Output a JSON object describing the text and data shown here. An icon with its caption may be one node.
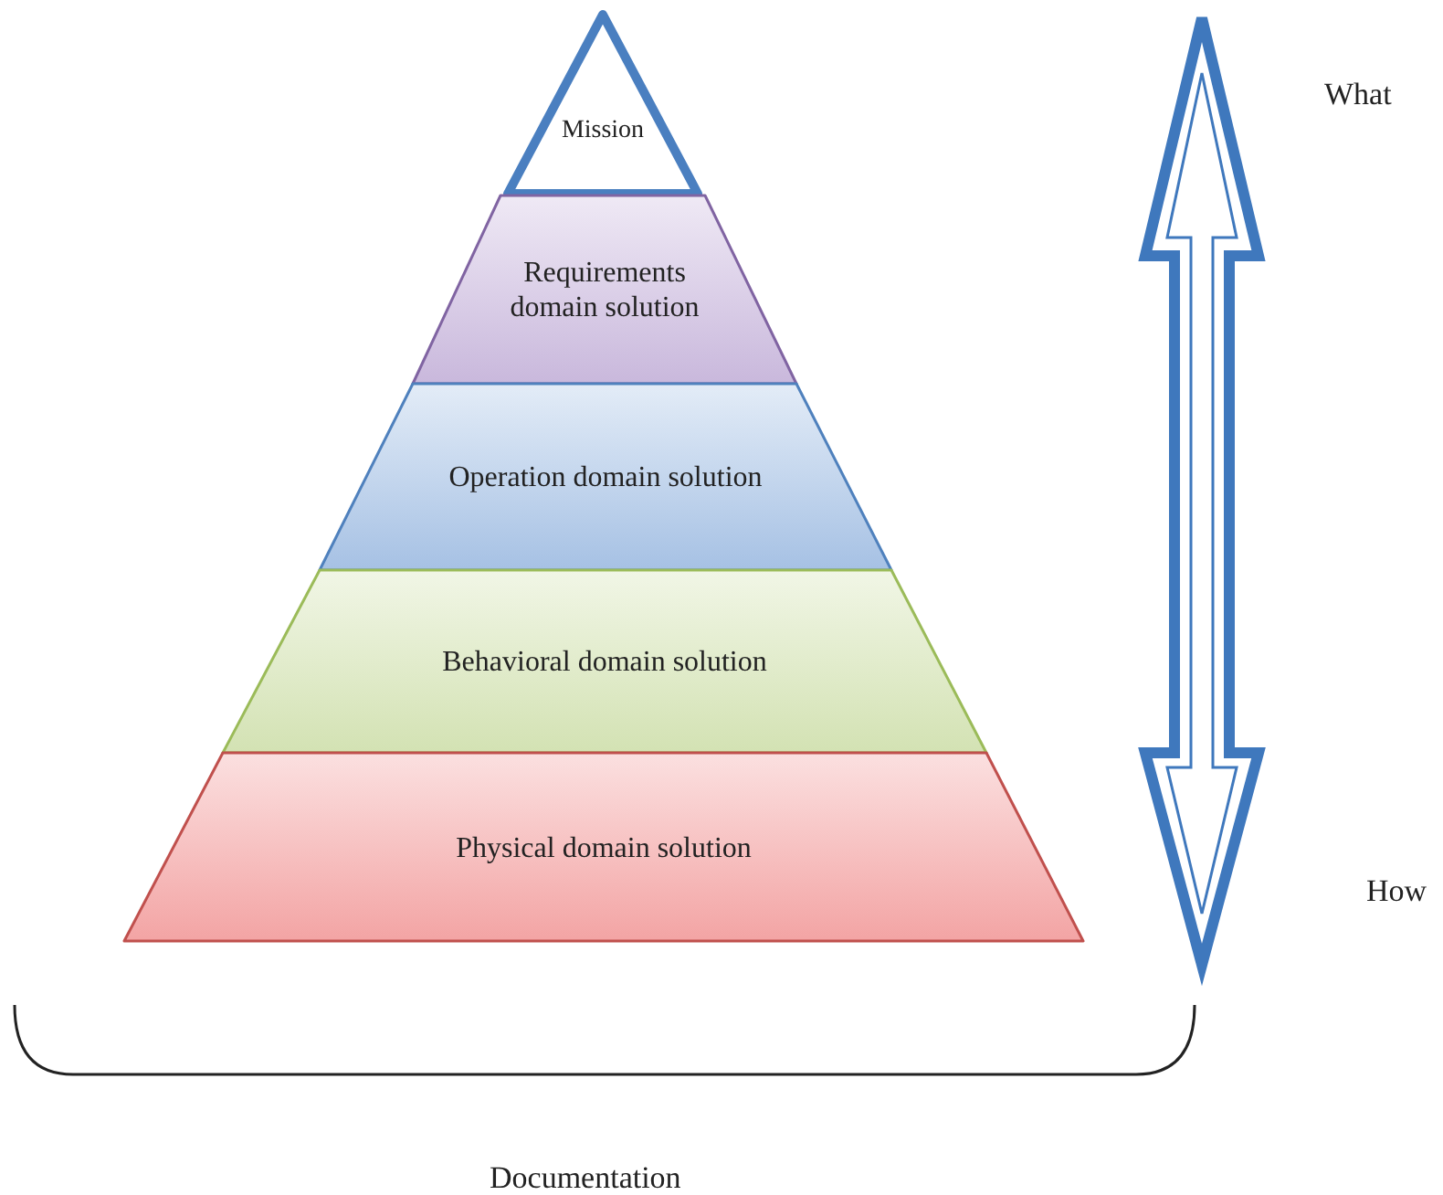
{
  "diagram": {
    "nodes": [
      {
        "text": [
          "Mission"
        ]
      },
      {
        "text": [
          "Requirements domain solution"
        ]
      },
      {
        "text": [
          "Operation domain solution"
        ]
      },
      {
        "text": [
          "Behavioral domain solution"
        ]
      },
      {
        "text": [
          "Physical domain solution"
        ]
      }
    ],
    "labels": [
      "What",
      "How",
      "Documentation"
    ]
  }
}
